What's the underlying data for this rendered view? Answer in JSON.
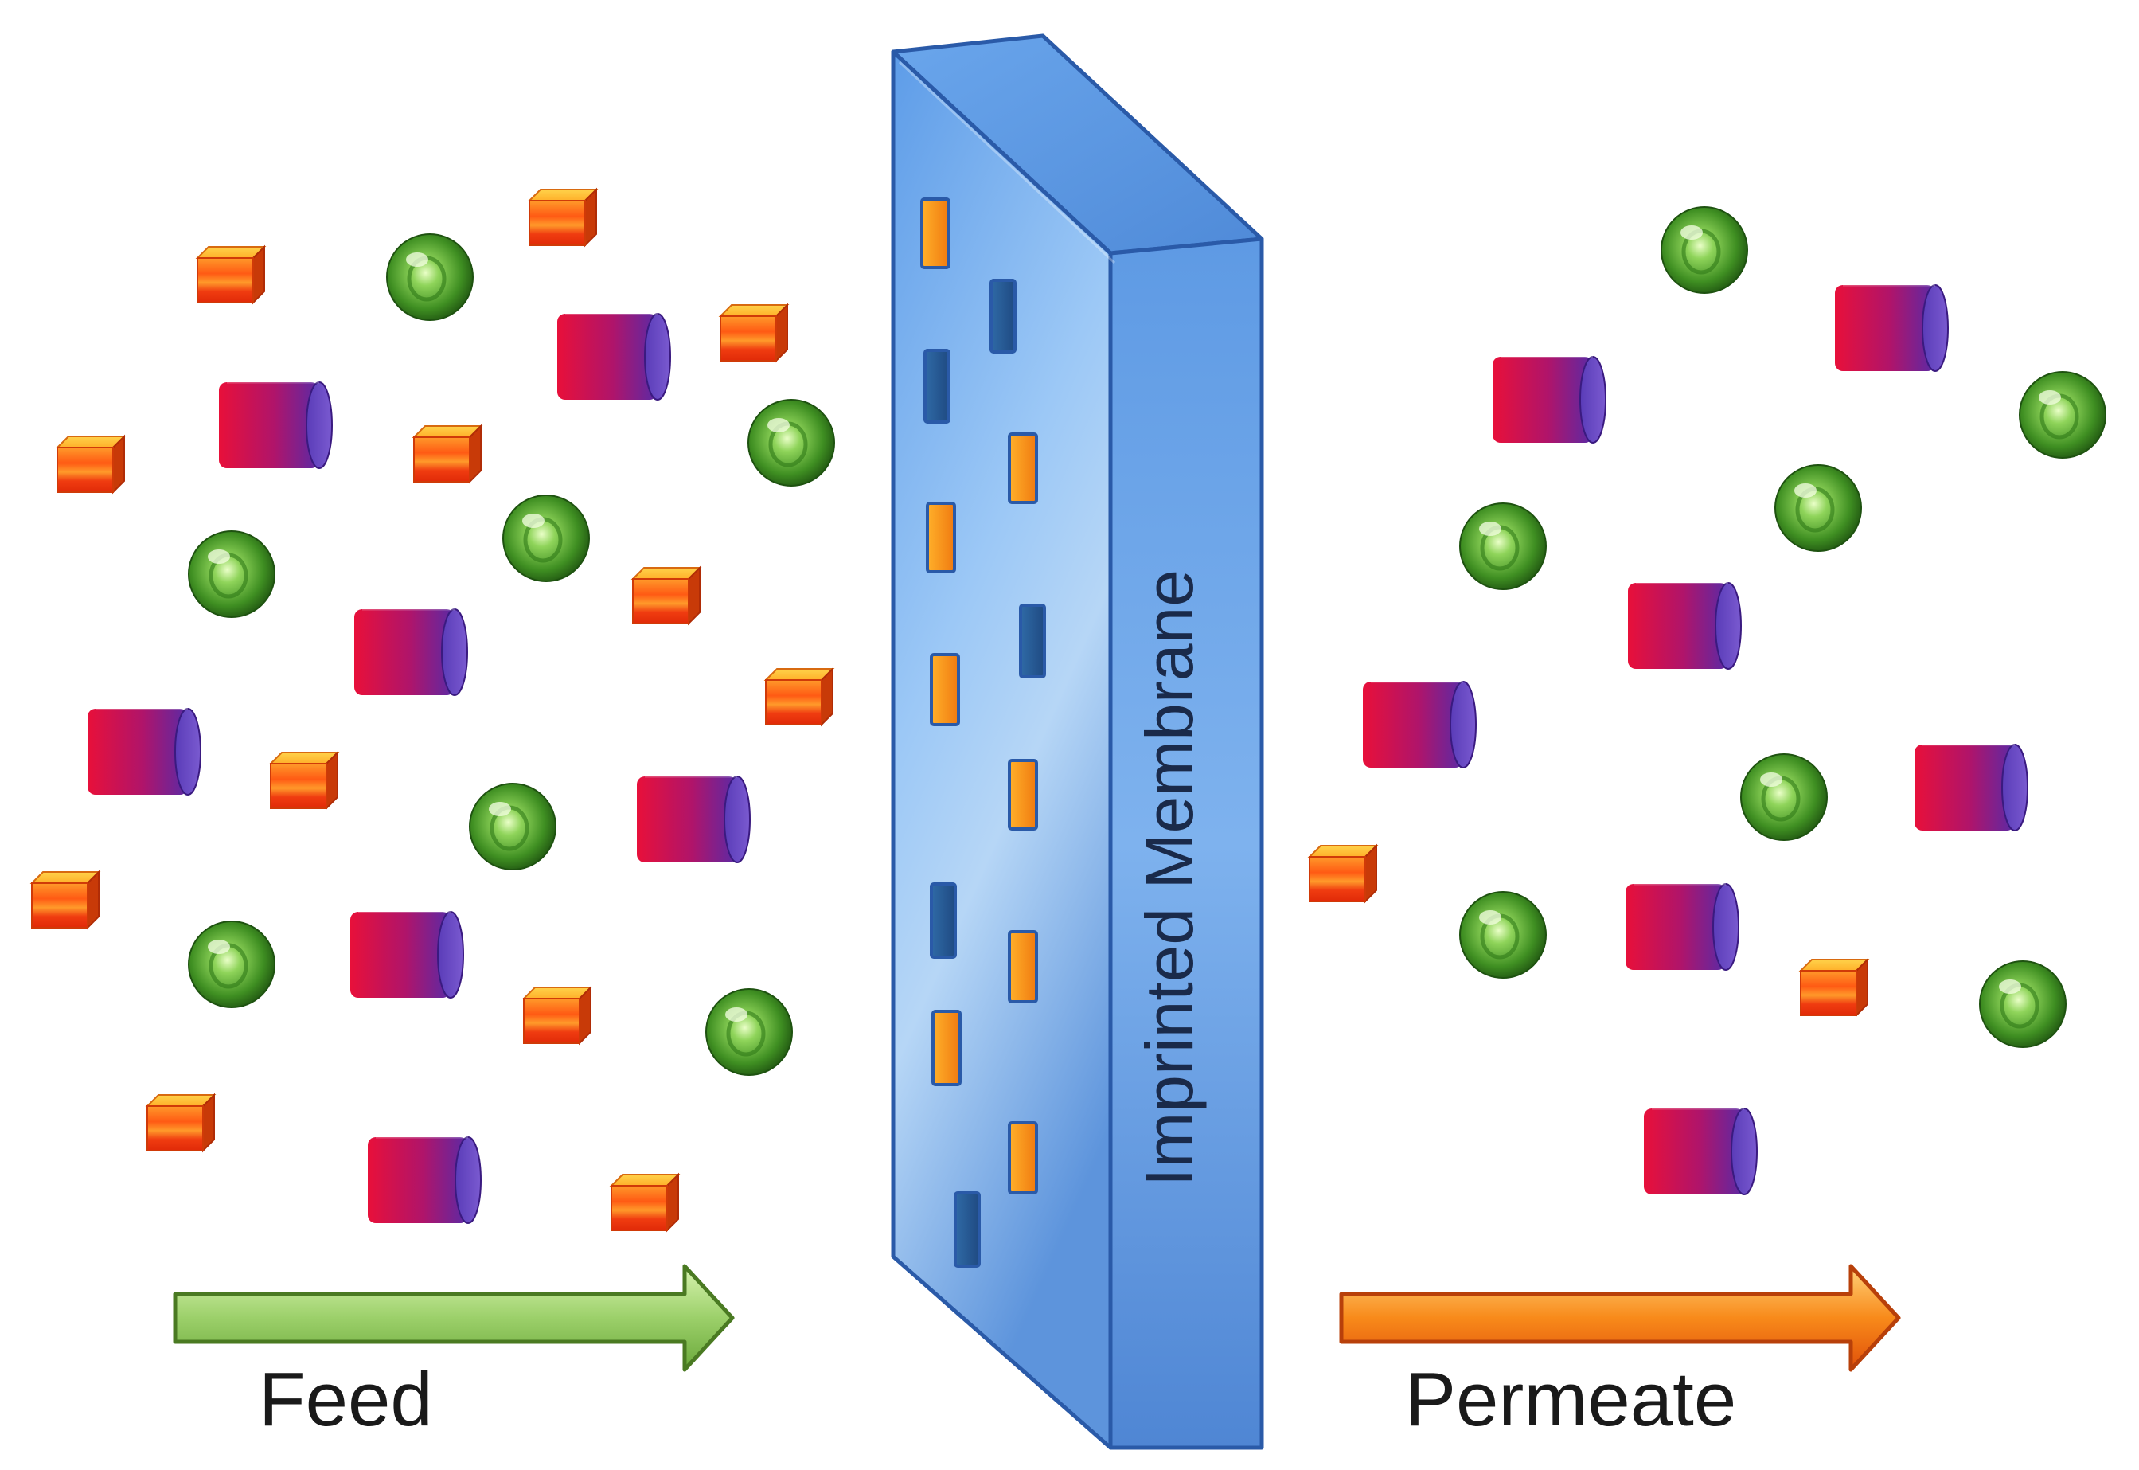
{
  "diagram": {
    "membrane_label": "Imprinted Membrane",
    "feed_label": "Feed",
    "permeate_label": "Permeate"
  },
  "legend_semantics": {
    "feed_side": "mixture of orange blocks, green spheres and red-purple cylinders",
    "permeate_side": "green spheres and red-purple cylinders pass; orange blocks largely retained"
  },
  "colors": {
    "membrane_front": "#7fb4ee",
    "membrane_side": "#5b93dd",
    "membrane_top": "#6aa2e6",
    "feed_arrow": "#9cd06a",
    "permeate_arrow": "#f07a18",
    "cube": "#f26a1c",
    "sphere": "#5fae36",
    "cylinder_left": "#e0103a",
    "cylinder_right": "#6a2aa6"
  }
}
